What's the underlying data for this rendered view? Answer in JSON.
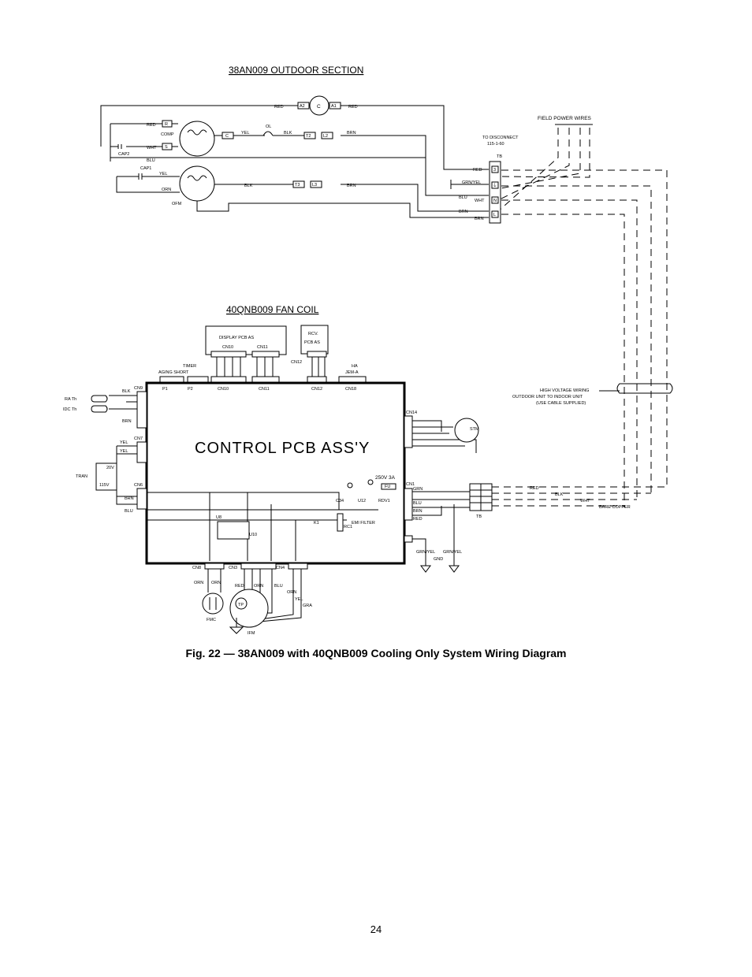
{
  "outdoor": {
    "title": "38AN009 OUTDOOR SECTION",
    "labels": {
      "red": "RED",
      "brn": "BRN",
      "blu": "BLU",
      "blk": "BLK",
      "yel": "YEL",
      "wht": "WHT",
      "orn": "ORN",
      "comp": "COMP",
      "cap2": "CAP2",
      "cap1": "CAP1",
      "ofm": "OFM",
      "ol": "OL",
      "c": "C",
      "a2": "A2",
      "a1": "A1",
      "t2": "T2",
      "l2": "L2",
      "t3": "T3",
      "l3": "L3",
      "r": "R",
      "s": "S"
    },
    "field_power": "FIELD POWER WIRES",
    "disconnect": [
      "TO DISCONNECT",
      "115-1-60"
    ],
    "tb": "TB",
    "tb_wires": [
      "RED",
      "GRN/YEL",
      "BLU",
      "WHT",
      "BRN",
      "BRN"
    ],
    "tb_terminals": [
      "3",
      "⏚",
      "N",
      "L"
    ]
  },
  "fancoil": {
    "title": "40QNB009 FAN COIL",
    "display_pcb": [
      "DISPLAY PCB AS",
      "CN10",
      "CN11"
    ],
    "rcv_pcb": [
      "RCV.",
      "PCB AS"
    ],
    "cn12": "CN12",
    "timer": "TIMER",
    "aging_short": "AGING SHORT",
    "ha": "HA",
    "jem": "JEM-A",
    "board_connectors": [
      "P1",
      "P2",
      "CN10",
      "CN11",
      "CN12",
      "CN18"
    ],
    "pcb_title": "CONTROL PCB ASS'Y",
    "left": {
      "ra_th": "RA Th",
      "idc_th": "IDC Th",
      "cn9": "CN9",
      "cn7": "CN7",
      "cn6": "CN6",
      "tran": "TRAN",
      "blk": "BLK",
      "brn": "BRN",
      "yel": "YEL",
      "blu": "BLU",
      "v20": "20V",
      "v115": "115V"
    },
    "right": {
      "cn14": "CN14",
      "stm": "STM",
      "cn1": "CN1",
      "fuse": "250V 3A",
      "fu": "FU",
      "tb": "TB",
      "gnd": "GND",
      "grnyel1": "GRN/YEL",
      "grnyel2": "GRN/YEL",
      "cn1_wires": [
        "GRN",
        "BLU",
        "BRN",
        "RED"
      ]
    },
    "internal": [
      "C34",
      "U12",
      "RDV1",
      "RC1",
      "EMI FILTER",
      "K1",
      "U8",
      "U10"
    ],
    "bottom": {
      "connectors": [
        "CN8",
        "CN3",
        "CN4"
      ],
      "wires": [
        "ORN",
        "ORN",
        "RED",
        "ORN",
        "BLU",
        "ORN",
        "YEL",
        "GRA"
      ],
      "fmc": "FMC",
      "ifm": "IFM",
      "tp": "TP"
    },
    "hv_note": [
      "HIGH VOLTAGE WIRING",
      "OUTDOOR UNIT TO INDOOR UNIT",
      "(USE CABLE SUPPLIED)"
    ],
    "cable_colors": [
      "RED",
      "BLK",
      "WHT",
      "BARE COPPER"
    ]
  },
  "caption": "Fig. 22 — 38AN009 with 40QNB009 Cooling Only System Wiring Diagram",
  "page_number": "24"
}
